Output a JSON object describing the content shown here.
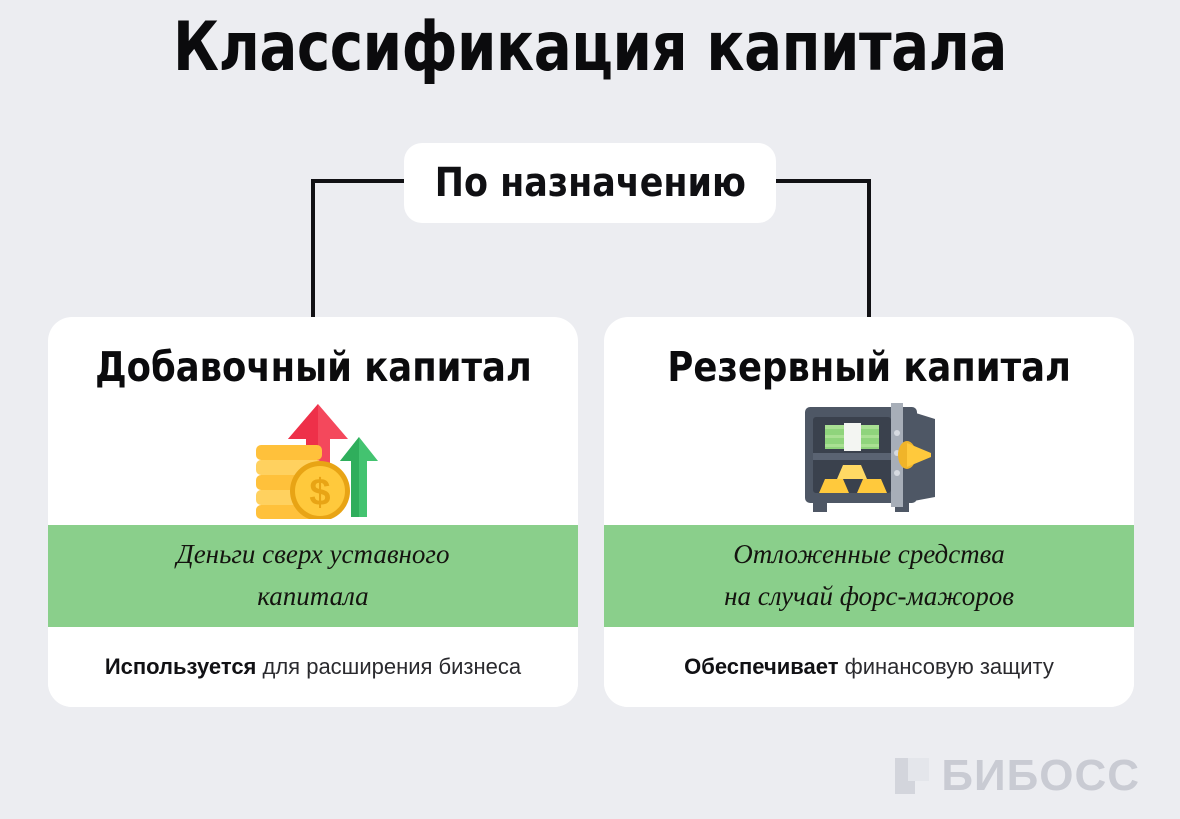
{
  "page": {
    "title": "Классификация капитала",
    "background_color": "#ECEDF1",
    "accent_green": "#8ACF8B"
  },
  "subtitle": {
    "label": "По назначению"
  },
  "cards": [
    {
      "title": "Добавочный капитал",
      "icon": "coins-stack-up-arrows-icon",
      "green_line_1": "Деньги сверх уставного",
      "green_line_2": "капитала",
      "footer_bold": "Используется",
      "footer_rest": " для расширения бизнеса"
    },
    {
      "title": "Резервный капитал",
      "icon": "open-safe-icon",
      "green_line_1": "Отложенные средства",
      "green_line_2": "на случай форс-мажоров",
      "footer_bold": "Обеспечивает",
      "footer_rest": " финансовую защиту"
    }
  ],
  "logo": {
    "text": "БИБОСС",
    "mark": "square-logo-mark"
  }
}
